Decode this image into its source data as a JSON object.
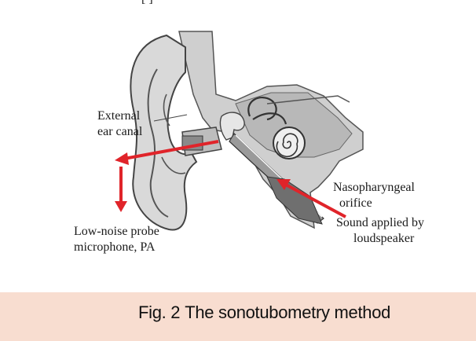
{
  "top_fragment": "[ ]",
  "labels": {
    "external_canal_1": "External",
    "external_canal_2": "ear canal",
    "nasopharyngeal_1": "Nasopharyngeal",
    "nasopharyngeal_2": "orifice",
    "sound_1": "Sound applied by",
    "sound_2": "loudspeaker",
    "probe_1": "Low-noise probe",
    "probe_2": "microphone, PA"
  },
  "caption": {
    "prefix": "Fig. 2",
    "text": "The sonotubometry method"
  },
  "colors": {
    "arrow": "#e0242a",
    "tissue": "#c9c9c9",
    "tissue_dark": "#7a7a7a",
    "caption_band": "#f8ddd0"
  }
}
